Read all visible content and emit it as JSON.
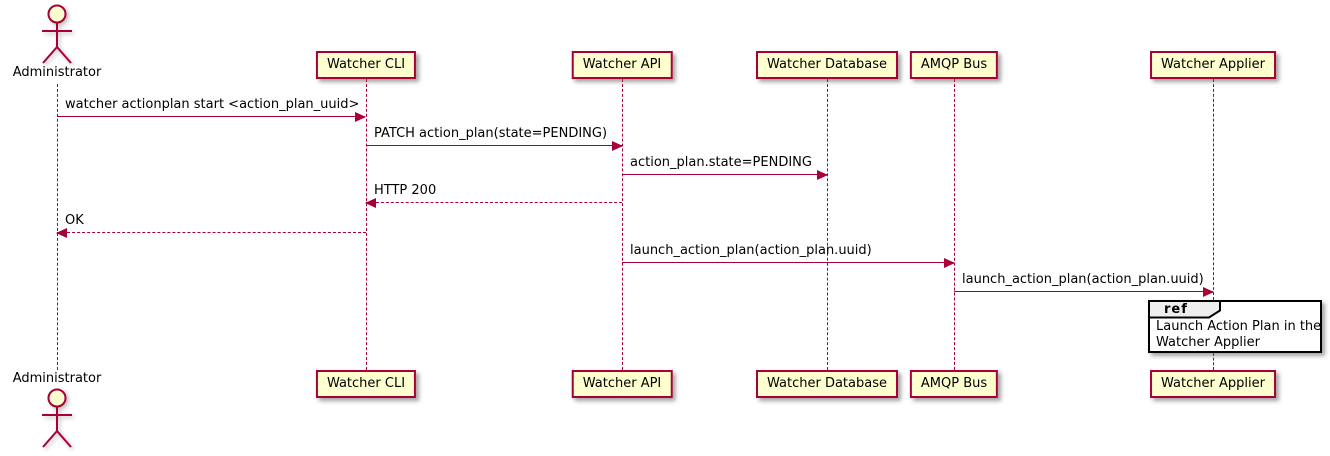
{
  "diagram_type": "uml-sequence-diagram",
  "actor": {
    "label": "Administrator"
  },
  "participants": [
    {
      "id": "watcher-cli",
      "label": "Watcher CLI"
    },
    {
      "id": "watcher-api",
      "label": "Watcher API"
    },
    {
      "id": "watcher-database",
      "label": "Watcher Database"
    },
    {
      "id": "amqp-bus",
      "label": "AMQP Bus"
    },
    {
      "id": "watcher-applier",
      "label": "Watcher Applier"
    }
  ],
  "messages": [
    {
      "from": "Administrator",
      "to": "Watcher CLI",
      "label": "watcher actionplan start <action_plan_uuid>",
      "line_style": "solid",
      "direction": "right"
    },
    {
      "from": "Watcher CLI",
      "to": "Watcher API",
      "label": "PATCH action_plan(state=PENDING)",
      "line_style": "solid",
      "direction": "right"
    },
    {
      "from": "Watcher API",
      "to": "Watcher Database",
      "label": "action_plan.state=PENDING",
      "line_style": "solid",
      "direction": "right"
    },
    {
      "from": "Watcher API",
      "to": "Watcher CLI",
      "label": "HTTP 200",
      "line_style": "dashed",
      "direction": "left"
    },
    {
      "from": "Watcher CLI",
      "to": "Administrator",
      "label": "OK",
      "line_style": "dashed",
      "direction": "left"
    },
    {
      "from": "Watcher API",
      "to": "AMQP Bus",
      "label": "launch_action_plan(action_plan.uuid)",
      "line_style": "solid",
      "direction": "right"
    },
    {
      "from": "AMQP Bus",
      "to": "Watcher Applier",
      "label": "launch_action_plan(action_plan.uuid)",
      "line_style": "solid",
      "direction": "right"
    }
  ],
  "ref_fragment": {
    "keyword": "ref",
    "over": "Watcher Applier",
    "text_line1": "Launch Action Plan in the",
    "text_line2": "Watcher Applier"
  },
  "colors": {
    "line": "#A80036",
    "participant_fill": "#FEFECE",
    "participant_border": "#A80036",
    "ref_header_fill": "#EEEEEE",
    "frame_border": "#000000",
    "background": "#FFFFFF",
    "text": "#000000"
  }
}
